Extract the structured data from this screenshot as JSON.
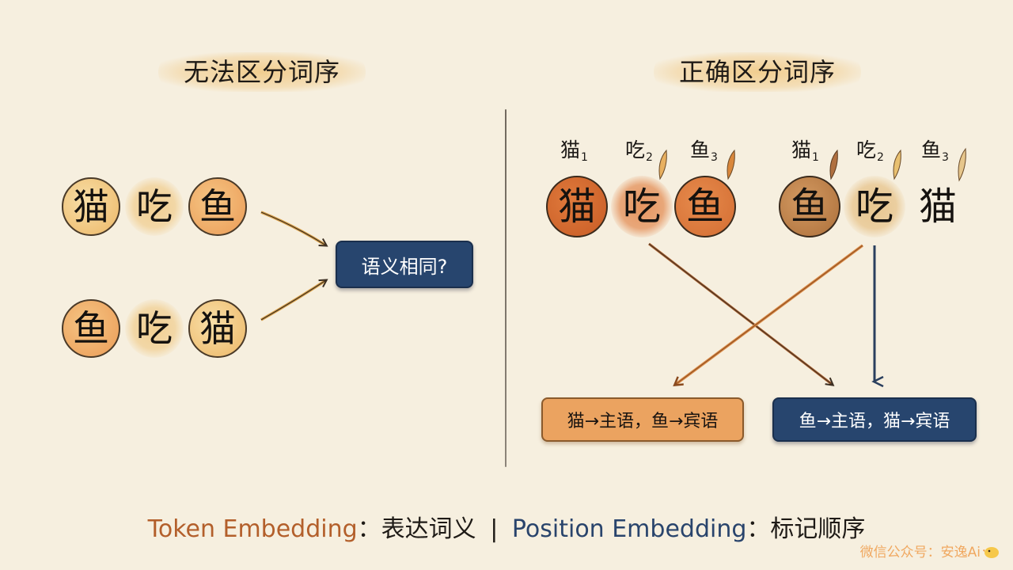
{
  "left_panel": {
    "title": "无法区分词序",
    "row1_tokens": [
      "猫",
      "吃",
      "鱼"
    ],
    "row2_tokens": [
      "鱼",
      "吃",
      "猫"
    ],
    "question": "语义相同?"
  },
  "right_panel": {
    "title": "正确区分词序",
    "group1": {
      "labels": [
        {
          "char": "猫",
          "index": "1"
        },
        {
          "char": "吃",
          "index": "2"
        },
        {
          "char": "鱼",
          "index": "3"
        }
      ],
      "tokens": [
        "猫",
        "吃",
        "鱼"
      ]
    },
    "group2": {
      "labels": [
        {
          "char": "猫",
          "index": "1"
        },
        {
          "char": "吃",
          "index": "2"
        },
        {
          "char": "鱼",
          "index": "3"
        }
      ],
      "tokens": [
        "鱼",
        "吃",
        "猫"
      ]
    },
    "result1": "猫→主语，鱼→宾语",
    "result2": "鱼→主语，猫→宾语"
  },
  "footer": {
    "token_term": "Token Embedding",
    "token_desc": "：表达词义",
    "separator": "|",
    "position_term": "Position Embedding",
    "position_desc": "：标记顺序"
  },
  "watermark": {
    "text": "微信公众号：安逸Ai"
  },
  "colors": {
    "background": "#f6efdf",
    "navy": "#27456e",
    "orange": "#eba360",
    "token_term_color": "#b35f2b",
    "position_term_color": "#29446c"
  }
}
